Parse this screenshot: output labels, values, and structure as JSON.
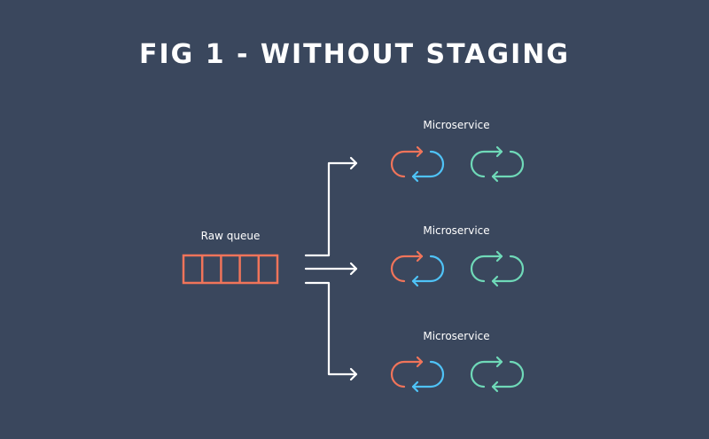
{
  "title": "FIG 1 - WITHOUT STAGING",
  "queue": {
    "label": "Raw queue",
    "cells": 5
  },
  "microservices": [
    {
      "label": "Microservice"
    },
    {
      "label": "Microservice"
    },
    {
      "label": "Microservice"
    }
  ],
  "colors": {
    "background": "#3a475d",
    "text": "#ffffff",
    "queue": "#f0745a",
    "arrow": "#ffffff",
    "loop_orange": "#f0745a",
    "loop_blue": "#4fc3f7",
    "loop_green": "#6fd9b8"
  },
  "icons": [
    "right-arrow-icon",
    "cycle-icon"
  ]
}
